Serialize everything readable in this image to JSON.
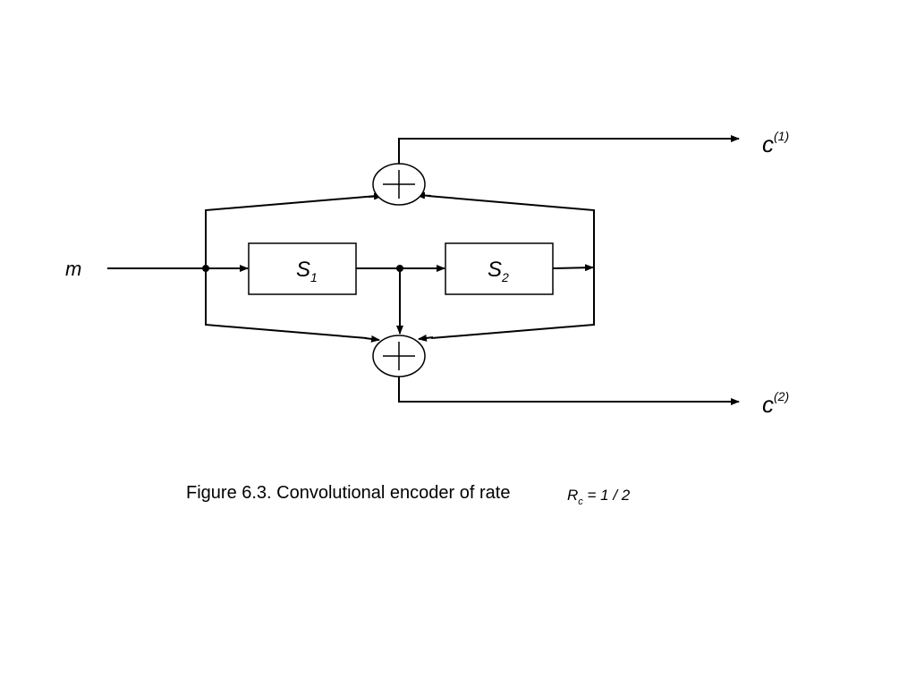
{
  "diagram": {
    "input_label": "m",
    "register_1": {
      "base": "S",
      "subscript": "1"
    },
    "register_2": {
      "base": "S",
      "subscript": "2"
    },
    "output_1": {
      "base": "c",
      "superscript": "(1)"
    },
    "output_2": {
      "base": "c",
      "superscript": "(2)"
    }
  },
  "caption": {
    "text": "Figure 6.3. Convolutional encoder of rate",
    "rate_symbol": "R",
    "rate_subscript": "c",
    "rate_value": "= 1 / 2"
  }
}
